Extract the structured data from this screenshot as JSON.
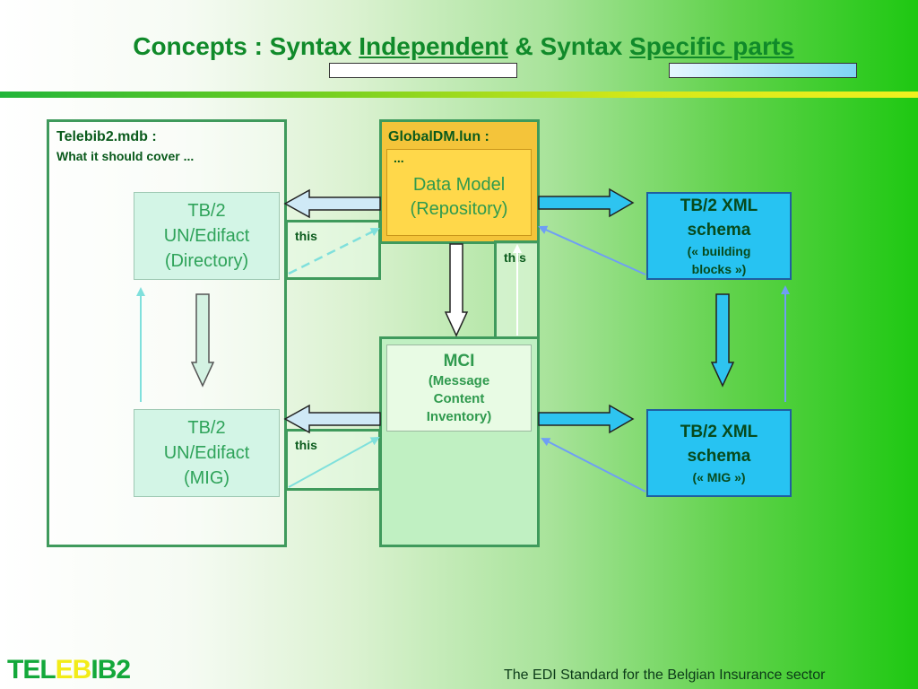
{
  "title": {
    "part1": "Concepts : Syntax ",
    "part2": "Independent",
    "part3": " & Syntax ",
    "part4": "Specific parts"
  },
  "telebib_mdb": {
    "title": "Telebib2.mdb :",
    "subtitle": "What it should cover ..."
  },
  "tb_directory": {
    "line1": "TB/2",
    "line2": "UN/Edifact",
    "line3": "(Directory)"
  },
  "tb_mig": {
    "line1": "TB/2",
    "line2": "UN/Edifact",
    "line3": "(MIG)"
  },
  "globaldm": {
    "title": "GlobalDM.lun :",
    "ellipsis": "...",
    "model_line1": "Data Model",
    "model_line2": "(Repository)"
  },
  "mci": {
    "line1": "MCI",
    "line2": "(Message",
    "line3": "Content",
    "line4": "Inventory)"
  },
  "xml_building": {
    "line1": "TB/2 XML",
    "line2": "schema",
    "line3": "(« building",
    "line4": "blocks »)"
  },
  "xml_mig": {
    "line1": "TB/2 XML",
    "line2": "schema",
    "line3": "(« MIG »)"
  },
  "this_labels": {
    "a": "this",
    "b": "this",
    "c": "this"
  },
  "footer": {
    "logo_part1": "TEL",
    "logo_part2": "EB",
    "logo_part3": "IB2",
    "tagline": "The EDI Standard for the Belgian Insurance sector"
  },
  "colors": {
    "title_green": "#108a2a",
    "frame_green": "#3f9a5c",
    "data_model_yellow": "#ffd84a",
    "xml_blue": "#27c3f2"
  }
}
